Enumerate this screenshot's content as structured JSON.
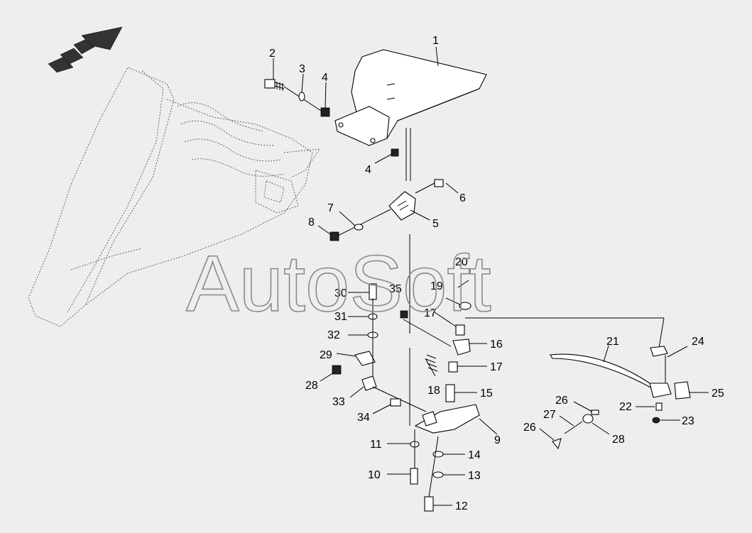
{
  "watermark": "AutoSoft",
  "callouts": [
    "1",
    "2",
    "3",
    "4",
    "4",
    "5",
    "6",
    "7",
    "8",
    "20",
    "19",
    "17",
    "30",
    "35",
    "31",
    "32",
    "16",
    "29",
    "17",
    "28",
    "18",
    "15",
    "33",
    "34",
    "9",
    "11",
    "14",
    "10",
    "13",
    "12",
    "21",
    "24",
    "25",
    "22",
    "23",
    "26",
    "27",
    "26",
    "28"
  ]
}
